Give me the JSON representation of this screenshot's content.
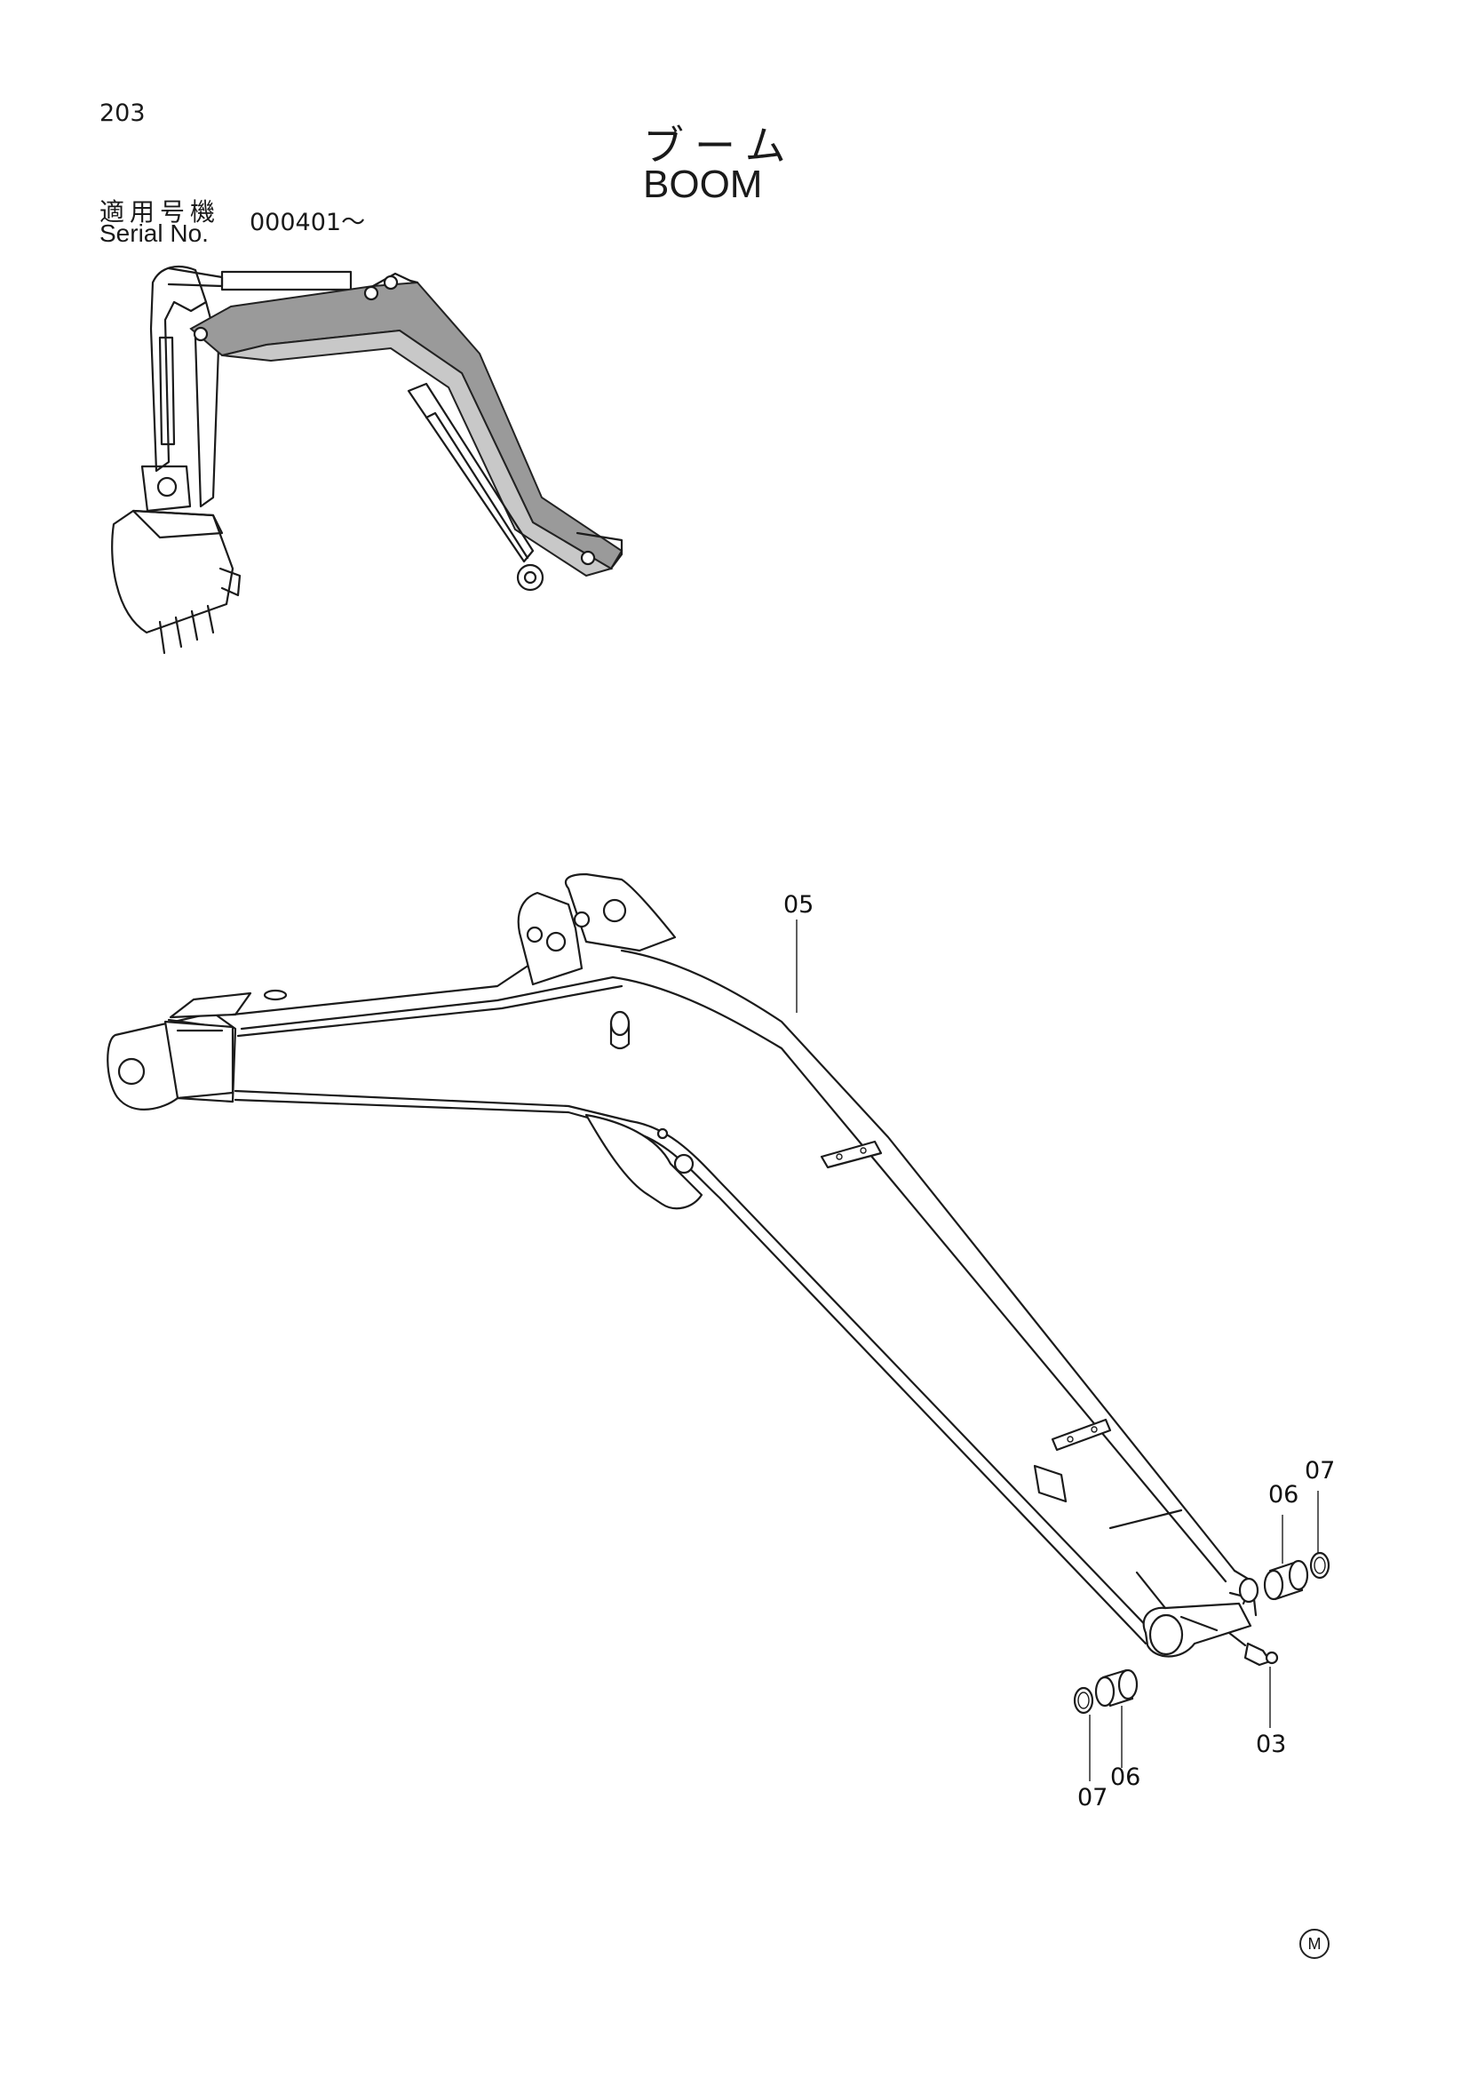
{
  "page": {
    "number": "203",
    "title_jp": "ブーム",
    "title_en": "BOOM",
    "serial_label_jp": "適用号機",
    "serial_label_en": "Serial No.",
    "serial_value": "000401～",
    "marker": "M"
  },
  "callouts": [
    {
      "label": "05",
      "part": "boom"
    },
    {
      "label": "06",
      "part": "bushing-right"
    },
    {
      "label": "07",
      "part": "seal-right"
    },
    {
      "label": "03",
      "part": "grease-fitting"
    },
    {
      "label": "07",
      "part": "seal-left"
    },
    {
      "label": "06",
      "part": "bushing-left"
    }
  ]
}
